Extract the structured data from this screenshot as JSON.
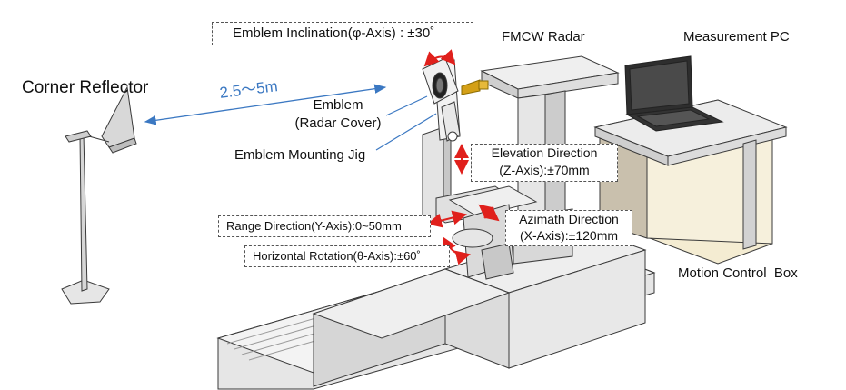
{
  "labels": {
    "corner_reflector": "Corner Reflector",
    "distance": "2.5～5m",
    "emblem_inclination": "Emblem Inclination(φ-Axis) : ±30˚",
    "fmcw_radar": "FMCW Radar",
    "measurement_pc": "Measurement PC",
    "emblem": "Emblem",
    "radar_cover": "(Radar Cover)",
    "emblem_mounting_jig": "Emblem Mounting Jig",
    "elevation_direction": "Elevation Direction",
    "elevation_range": "(Z-Axis):±70mm",
    "range_direction": "Range Direction(Y-Axis):0~50mm",
    "azimuth_direction": "Azimath Direction",
    "azimuth_range": "(X-Axis):±120mm",
    "horizontal_rotation": "Horizontal Rotation(θ-Axis):±60˚",
    "motion_control_box": "Motion Control  Box"
  },
  "colors": {
    "arrow_red": "#e0201c",
    "distance_blue": "#3b78c2",
    "outline": "#3a3a3a",
    "face_light": "#f2f2f2",
    "face_mid": "#d9d9d9",
    "face_dark": "#bdbdbd",
    "box_side": "#f4ecd2",
    "antenna_gold": "#d4a017"
  }
}
